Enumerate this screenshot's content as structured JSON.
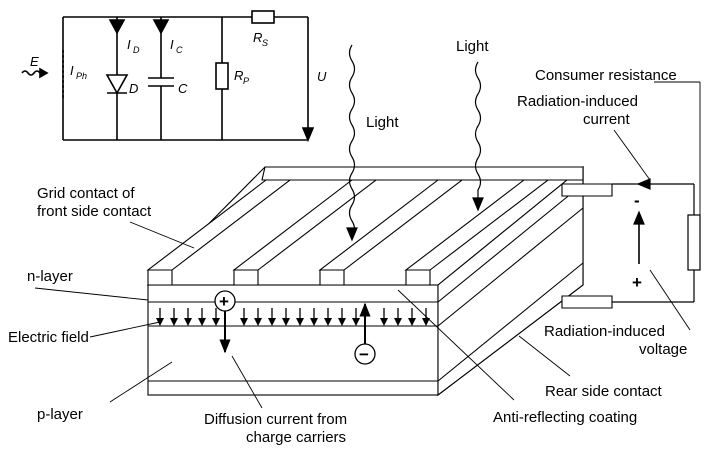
{
  "circuit": {
    "E": "E",
    "I_Ph": "I",
    "I_Ph_sub": "Ph",
    "I_D": "I",
    "I_D_sub": "D",
    "I_C": "I",
    "I_C_sub": "C",
    "R_S": "R",
    "R_S_sub": "S",
    "R_P": "R",
    "R_P_sub": "P",
    "D": "D",
    "C": "C",
    "U": "U"
  },
  "labels": {
    "light_1": "Light",
    "light_2": "Light",
    "consumer_resistance": "Consumer resistance",
    "radiation_current_1": "Radiation-induced",
    "radiation_current_2": "current",
    "grid_contact_1": "Grid contact of",
    "grid_contact_2": "front side contact",
    "n_layer": "n-layer",
    "electric_field": "Electric field",
    "p_layer": "p-layer",
    "diffusion_1": "Diffusion current from",
    "diffusion_2": "charge carriers",
    "radiation_voltage_1": "Radiation-induced",
    "radiation_voltage_2": "voltage",
    "rear_contact": "Rear side contact",
    "anti_reflecting": "Anti-reflecting coating"
  },
  "symbols": {
    "plus_top": "+",
    "minus_bottom": "−",
    "minus_side": "-",
    "plus_side": "+"
  }
}
